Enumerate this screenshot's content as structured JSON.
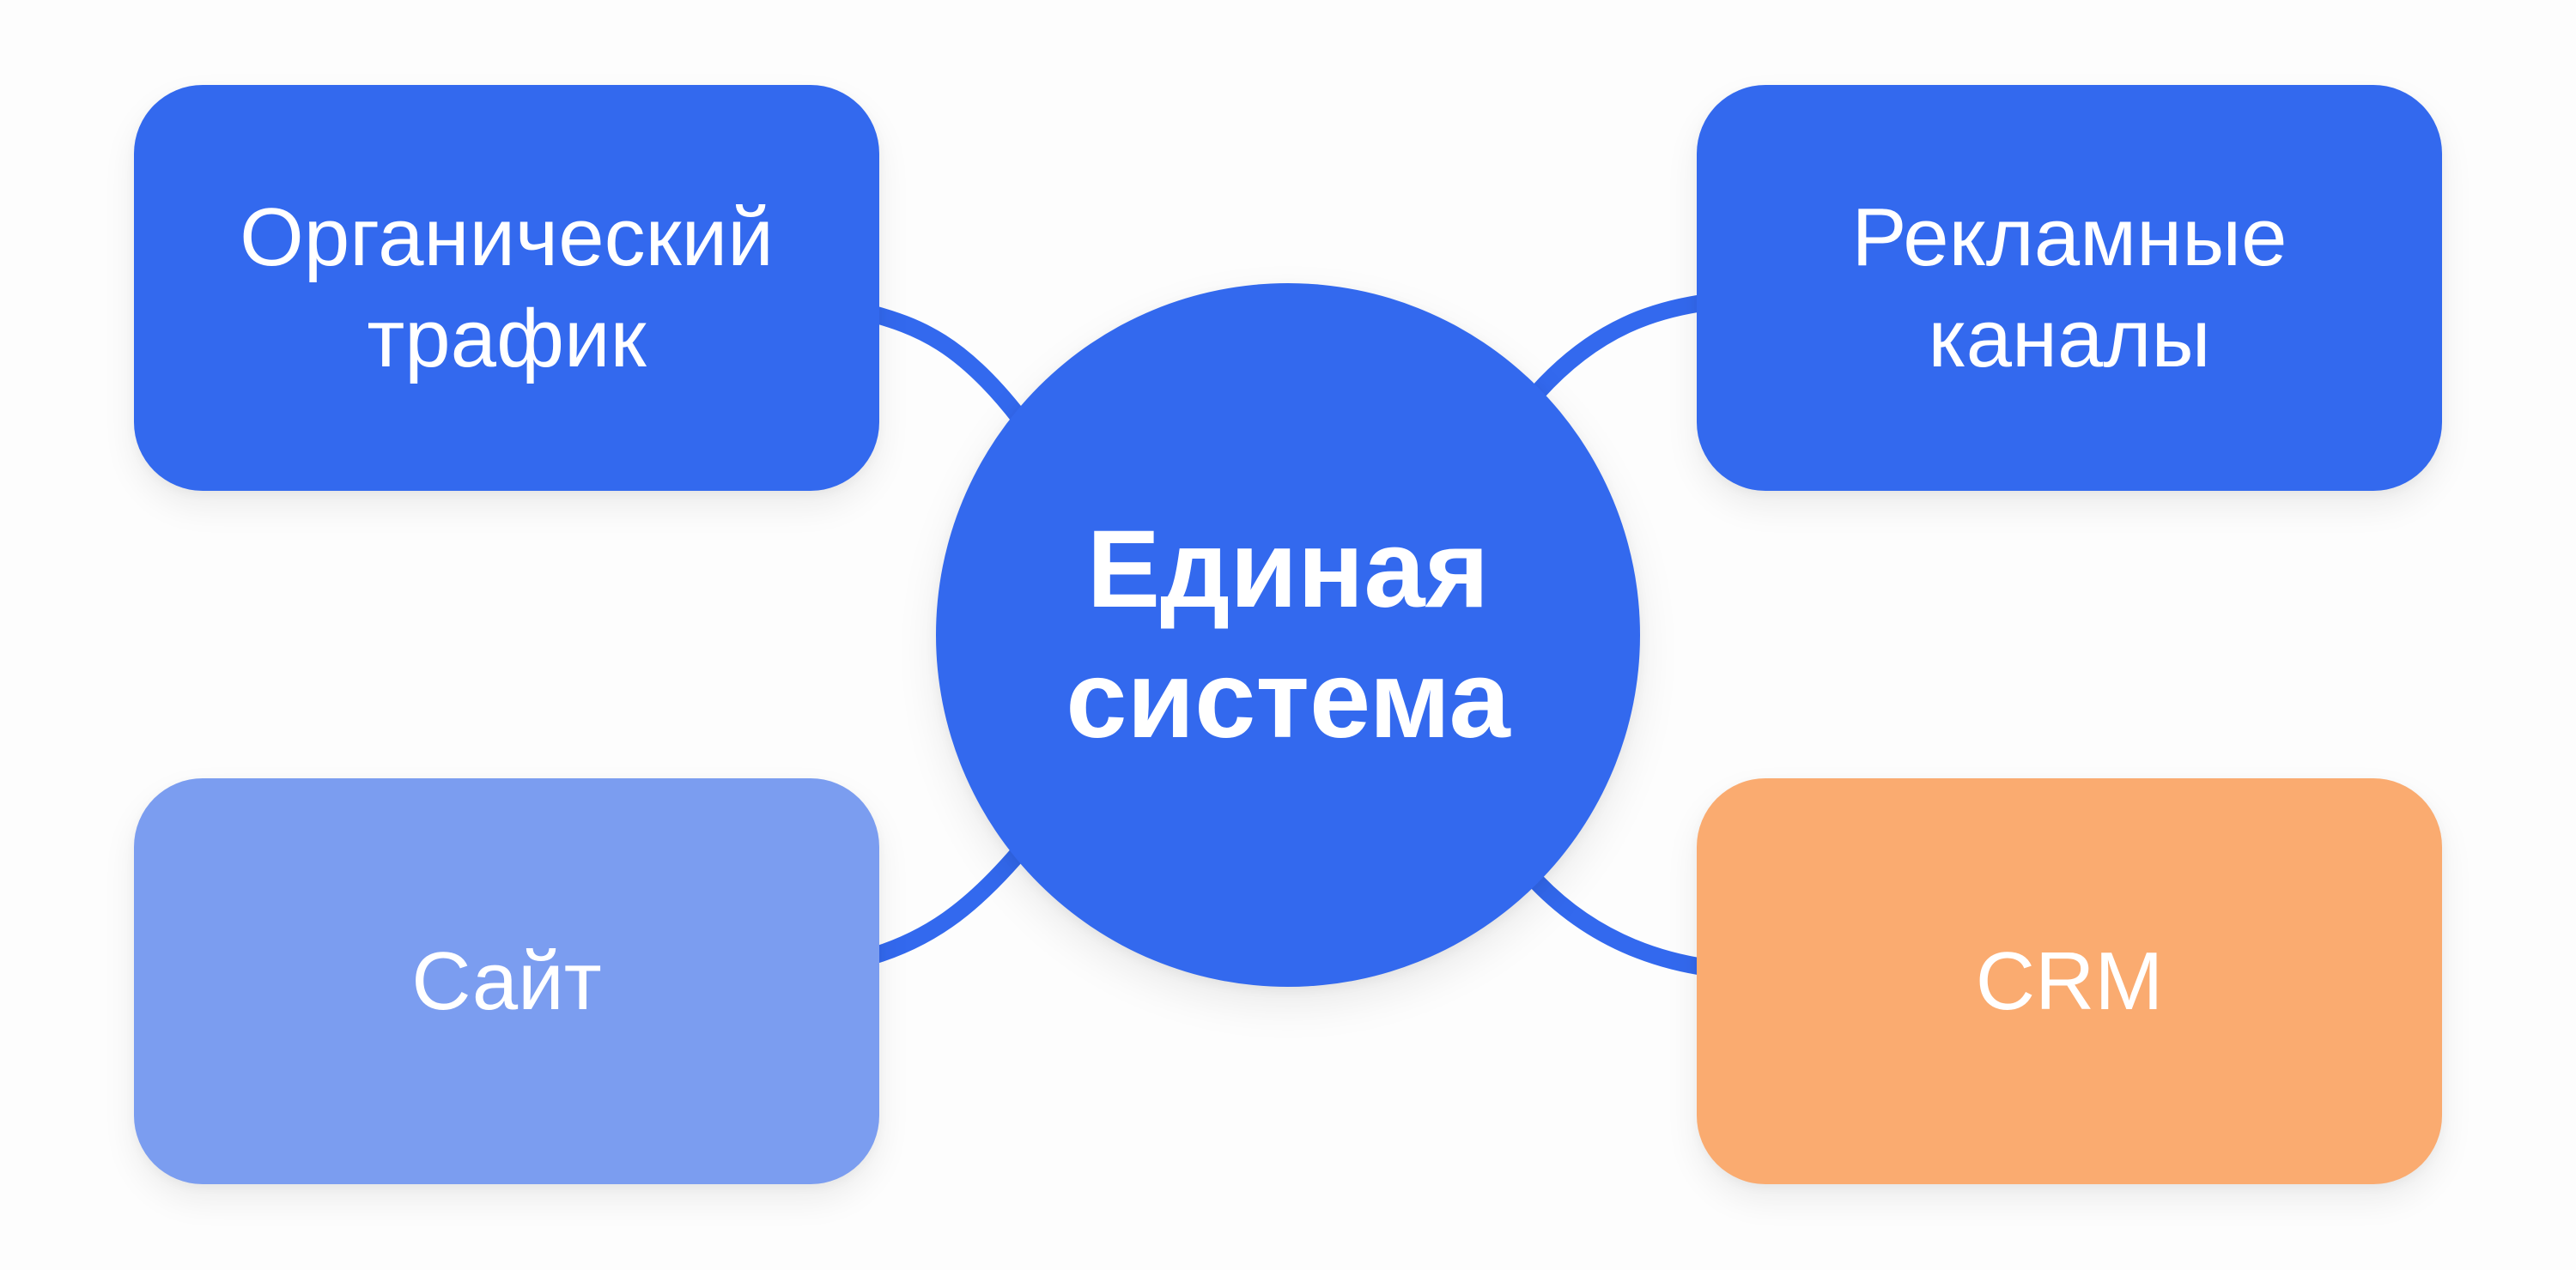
{
  "diagram": {
    "center": {
      "label": "Единая\nсистема",
      "color": "#3369EE"
    },
    "nodes": [
      {
        "id": "organic",
        "label": "Органический\nтрафик",
        "color": "#3369EE",
        "position": "top-left"
      },
      {
        "id": "ads",
        "label": "Рекламные\nканалы",
        "color": "#3369EE",
        "position": "top-right"
      },
      {
        "id": "site",
        "label": "Сайт",
        "color": "#7B9DF0",
        "position": "bottom-left"
      },
      {
        "id": "crm",
        "label": "CRM",
        "color": "#FAAB70",
        "position": "bottom-right"
      }
    ],
    "connector_color": "#3369EE",
    "background": "#FDFDFD"
  }
}
